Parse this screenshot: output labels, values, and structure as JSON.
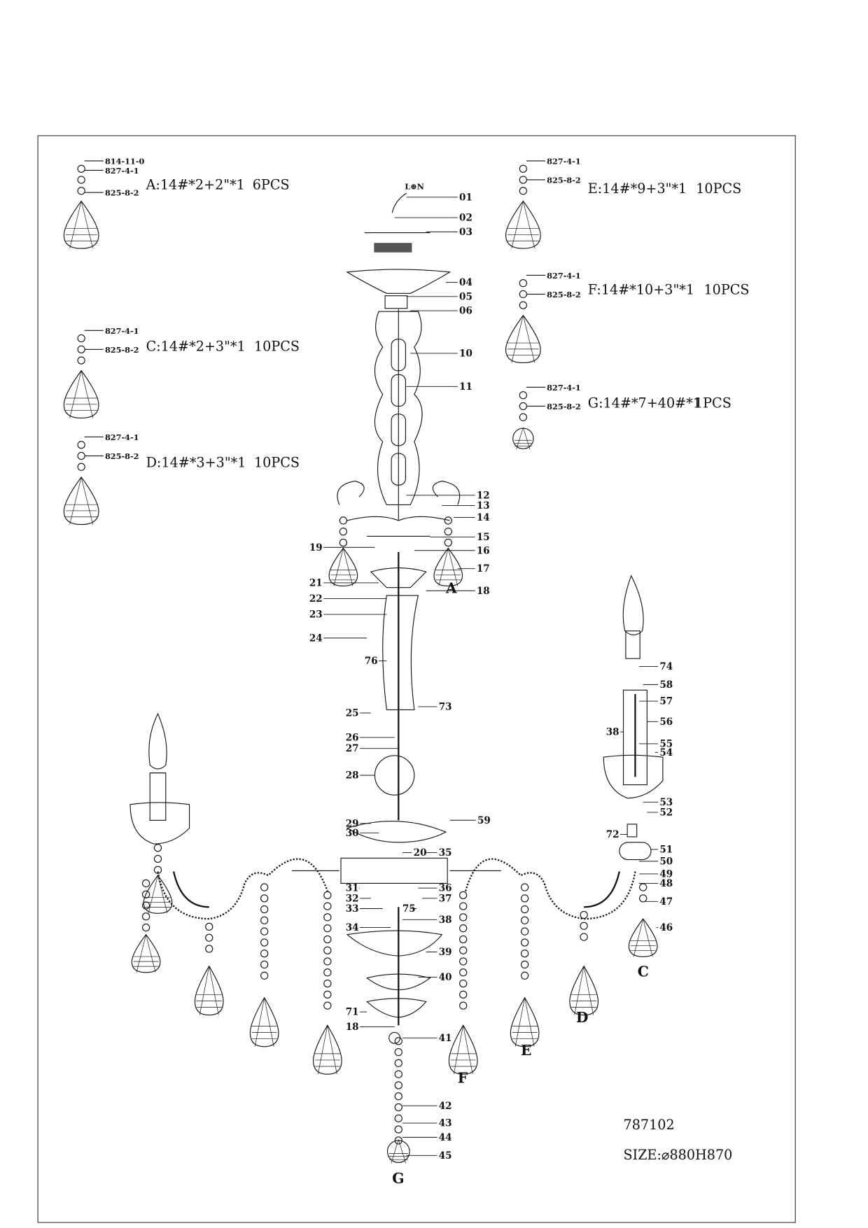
{
  "legend": [
    {
      "letter": "A",
      "spec": "A:14#*2+2\"*1",
      "qty": "6PCS",
      "parts": [
        "814-11-0",
        "827-4-1",
        "825-8-2"
      ]
    },
    {
      "letter": "C",
      "spec": "C:14#*2+3\"*1",
      "qty": "10PCS",
      "parts": [
        "827-4-1",
        "825-8-2"
      ]
    },
    {
      "letter": "D",
      "spec": "D:14#*3+3\"*1",
      "qty": "10PCS",
      "parts": [
        "827-4-1",
        "825-8-2"
      ]
    },
    {
      "letter": "E",
      "spec": "E:14#*9+3\"*1",
      "qty": "10PCS",
      "parts": [
        "827-4-1",
        "825-8-2"
      ]
    },
    {
      "letter": "F",
      "spec": "F:14#*10+3\"*1",
      "qty": "10PCS",
      "parts": [
        "827-4-1",
        "825-8-2"
      ]
    },
    {
      "letter": "G",
      "spec": "G:14#*7+40#*1",
      "qty": "1PCS",
      "parts": [
        "827-4-1",
        "825-8-2"
      ]
    }
  ],
  "wire_label": "L⊕N",
  "callouts": [
    "01",
    "02",
    "03",
    "04",
    "05",
    "06",
    "10",
    "11",
    "12",
    "13",
    "14",
    "15",
    "16",
    "17",
    "18",
    "19",
    "21",
    "22",
    "23",
    "24",
    "76",
    "25",
    "73",
    "26",
    "27",
    "28",
    "29",
    "30",
    "20",
    "35",
    "59",
    "31",
    "32",
    "33",
    "34",
    "75",
    "36",
    "37",
    "38",
    "39",
    "40",
    "71",
    "18",
    "41",
    "42",
    "43",
    "44",
    "45",
    "74",
    "58",
    "57",
    "56",
    "38",
    "55",
    "54",
    "53",
    "52",
    "72",
    "51",
    "50",
    "49",
    "48",
    "47",
    "46"
  ],
  "drop_letters": [
    "A",
    "C",
    "D",
    "E",
    "F",
    "G"
  ],
  "model": "787102",
  "size": "SIZE:⌀880H870"
}
